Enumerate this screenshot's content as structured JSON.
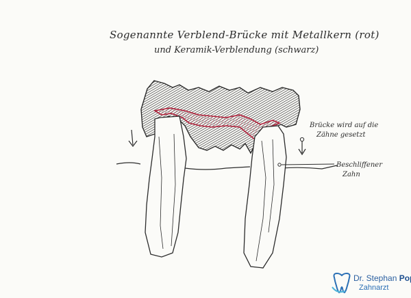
{
  "title": {
    "line1": "Sogenannte Verblend-Brücke mit Metallkern (rot)",
    "line2": "und Keramik-Verblendung (schwarz)"
  },
  "annotations": {
    "bridge_note_line1": "Brücke wird auf die",
    "bridge_note_line2": "Zähne gesetzt",
    "tooth_note_line1": "Beschliffener",
    "tooth_note_line2": "Zahn"
  },
  "logo": {
    "name_first": "Dr. Stephan ",
    "name_last": "Popp",
    "subtitle": "Zahnarzt",
    "colors": {
      "primary": "#1d4f8f",
      "accent": "#2a6fb5"
    }
  },
  "colors": {
    "metal_core": "#b0203a",
    "ink": "#2b2b2b",
    "ceramic_hatch": "#3a3a3a"
  }
}
